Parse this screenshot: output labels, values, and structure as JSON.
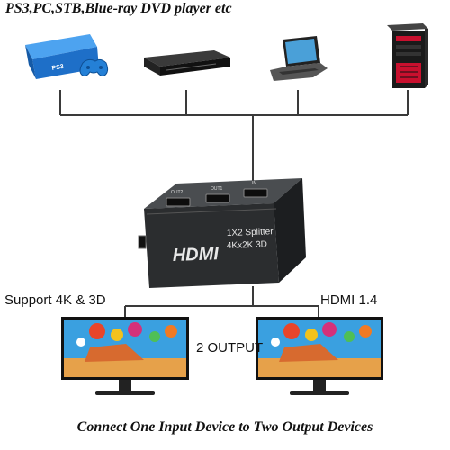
{
  "captions": {
    "top": "PS3,PC,STB,Blue-ray DVD player etc",
    "bottom": "Connect One Input Device to Two Output Devices"
  },
  "source_devices": [
    {
      "name": "ps3-console-icon",
      "badge": "PS3"
    },
    {
      "name": "blu-ray-player-icon"
    },
    {
      "name": "laptop-icon"
    },
    {
      "name": "desktop-tower-icon"
    }
  ],
  "splitter": {
    "logo": "HDMI",
    "model": "1X2 Splitter",
    "spec": "4Kx2K 3D",
    "port_labels": [
      "OUT2",
      "OUT1",
      "IN"
    ]
  },
  "labels": {
    "left_feature": "Support 4K & 3D",
    "right_feature": "HDMI 1.4",
    "outputs": "2 OUTPUT"
  },
  "colors": {
    "cable": "#3a3a3a",
    "splitter_body": "#2b2d2f",
    "splitter_text": "#e8e8e8",
    "ps3_blue": "#1e6fc8",
    "tower_red": "#c8102e",
    "screen_sky": "#3aa0e0"
  }
}
